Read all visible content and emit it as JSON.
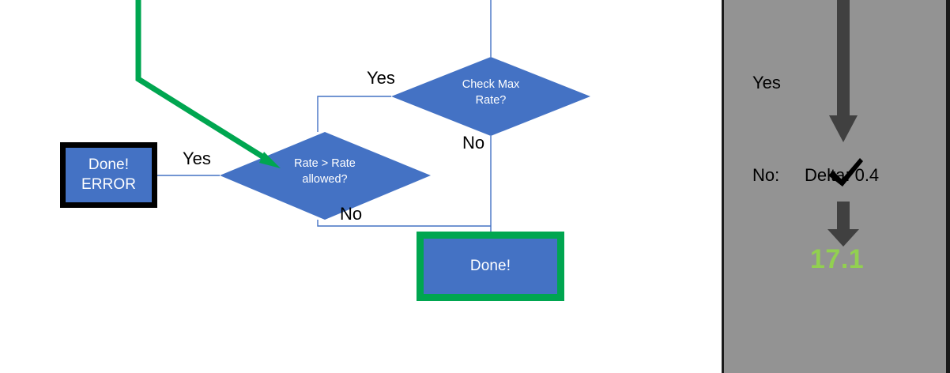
{
  "flowchart": {
    "nodes": {
      "error_box": {
        "line1": "Done!",
        "line2": "ERROR",
        "fill": "#4472c4",
        "border": "#000000"
      },
      "done_box": {
        "label": "Done!",
        "fill": "#4472c4",
        "border": "#00a650"
      },
      "rate_diamond": {
        "line1": "Rate > Rate",
        "line2": "allowed?",
        "fill": "#4472c4"
      },
      "check_max_diamond": {
        "line1": "Check Max",
        "line2": "Rate?",
        "fill": "#4472c4"
      }
    },
    "edge_labels": {
      "yes_to_error": "Yes",
      "no_from_rate": "No",
      "yes_to_check_max": "Yes",
      "no_from_check_max": "No"
    },
    "highlight": {
      "color": "#00a650",
      "name": "green-highlight-arrow"
    },
    "connector_color": "#4472c4"
  },
  "side_panel": {
    "background": "#939393",
    "yes_label": "Yes",
    "no_label": "No:",
    "delta_label": "Delta: 0.4",
    "checkmark": "check-icon",
    "result_value": "17.1",
    "result_color": "#92d050",
    "arrow_color": "#404040"
  }
}
